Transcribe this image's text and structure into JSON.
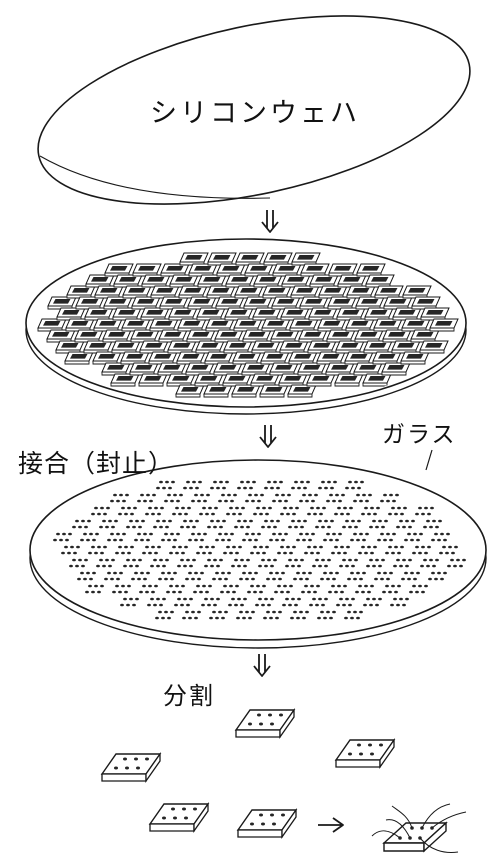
{
  "labels": {
    "silicon_wafer": "シリコンウェハ",
    "bonding": "接合（封止）",
    "glass": "ガラス",
    "dicing": "分割"
  },
  "colors": {
    "line": "#1a1a1a",
    "fill": "#ffffff",
    "cavity": "#262626"
  },
  "icons": [
    "down-double-arrow-icon",
    "right-arrow-icon"
  ]
}
